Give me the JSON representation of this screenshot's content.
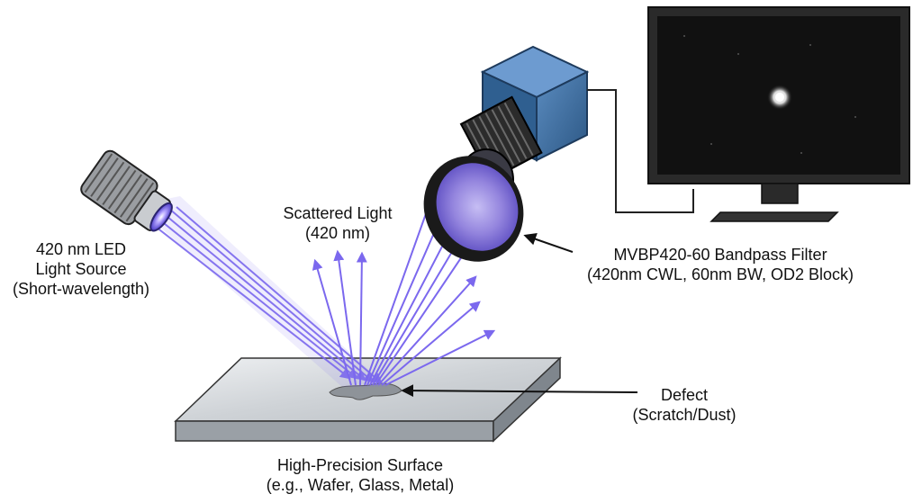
{
  "labels": {
    "led": {
      "line1": "420 nm LED",
      "line2": "Light Source",
      "line3": "(Short-wavelength)"
    },
    "scattered": {
      "line1": "Scattered Light",
      "line2": "(420 nm)"
    },
    "filter": {
      "line1": "MVBP420-60 Bandpass Filter",
      "line2": "(420nm CWL, 60nm BW, OD2 Block)"
    },
    "defect": {
      "line1": "Defect",
      "line2": "(Scratch/Dust)"
    },
    "surface": {
      "line1": "High-Precision Surface",
      "line2": "(e.g., Wafer, Glass, Metal)"
    }
  },
  "colors": {
    "light_beam": "#7b68ee",
    "led_glow": "#6a5acd",
    "camera_body": "#3d6fa3",
    "surface_top": "#d9dcdf",
    "monitor_screen": "#111111"
  },
  "icons": {
    "led": "led-light-icon",
    "camera": "camera-icon",
    "monitor": "monitor-icon"
  }
}
